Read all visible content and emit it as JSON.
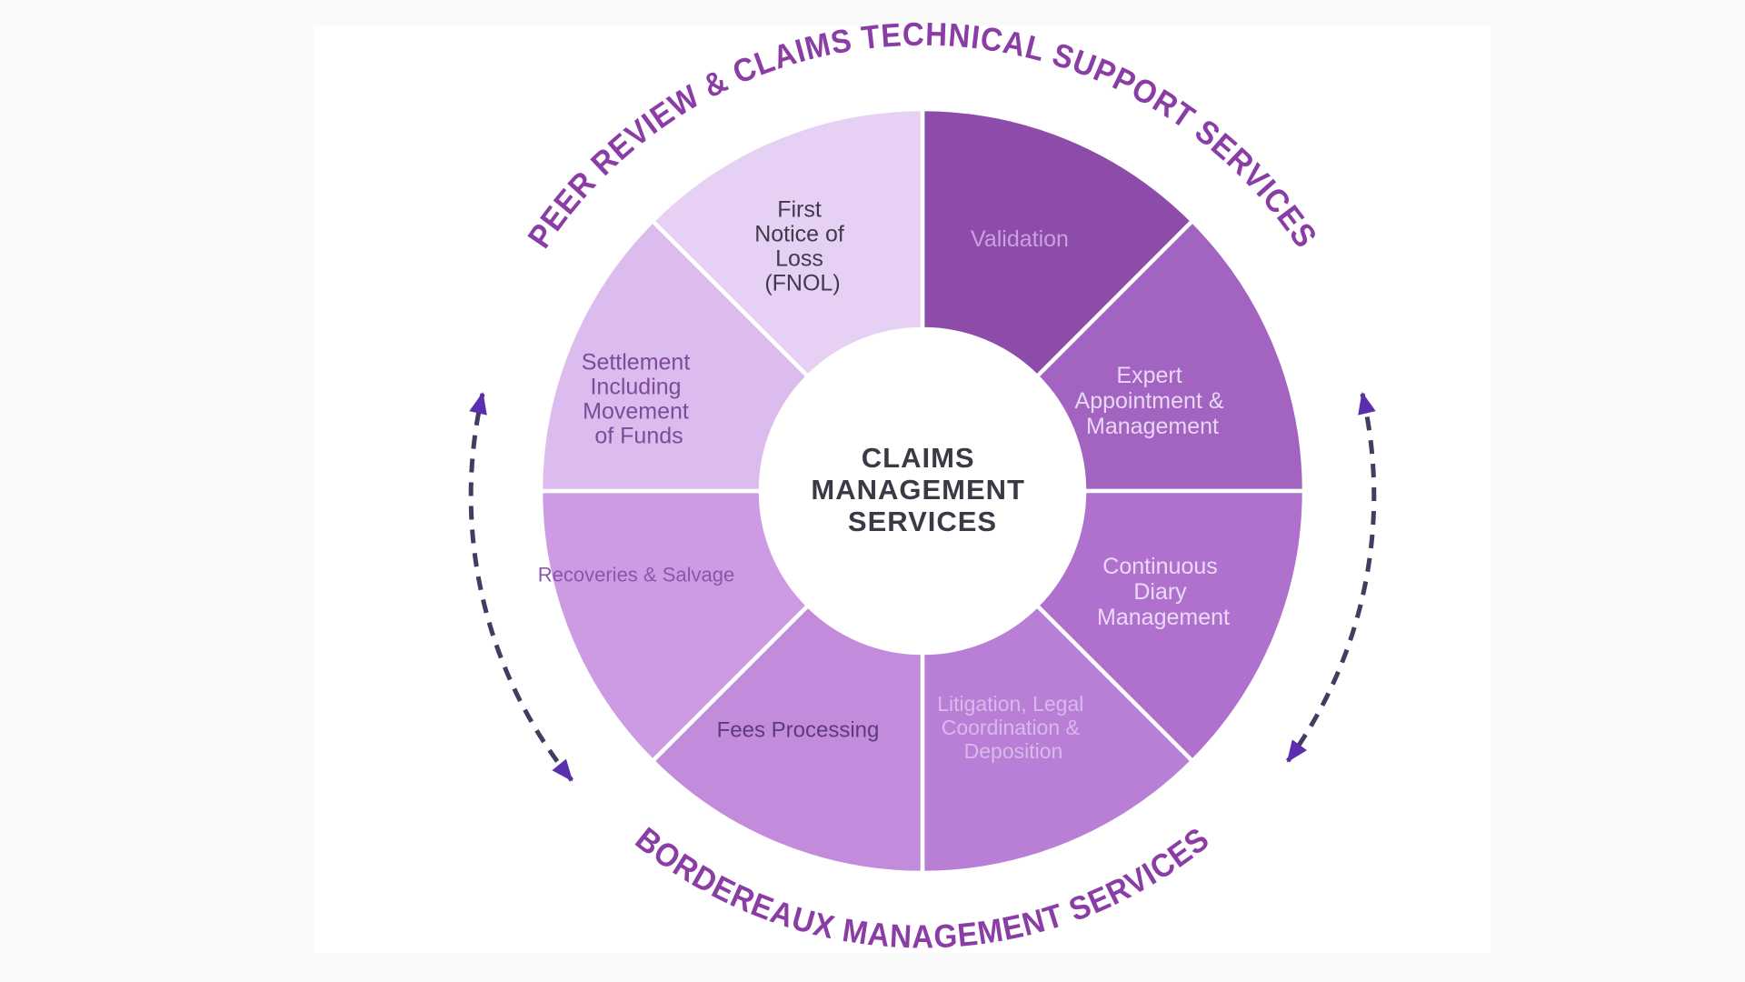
{
  "background": {
    "outer": "#fafafb",
    "panel": "#ffffff"
  },
  "arc_titles": {
    "top": "PEER REVIEW & CLAIMS TECHNICAL SUPPORT SERVICES",
    "bottom": "BORDEREAUX MANAGEMENT SERVICES",
    "color": "#8b3da6"
  },
  "hub": {
    "lines": [
      "CLAIMS",
      "MANAGEMENT",
      "SERVICES"
    ],
    "text_color": "#3d3845",
    "fill": "#ffffff"
  },
  "wheel": {
    "segments": [
      {
        "name": "validation",
        "lines": [
          "Validation"
        ],
        "fill": "#8d4ca9",
        "text_color": "#cb9fe2"
      },
      {
        "name": "expert-appointment-management",
        "lines": [
          "Expert",
          "Appointment &",
          "Management"
        ],
        "fill": "#a263c1",
        "text_color": "#e9d7f6"
      },
      {
        "name": "continuous-diary-management",
        "lines": [
          "Continuous",
          "Diary",
          "Management"
        ],
        "fill": "#b071ce",
        "text_color": "#ebdaf7"
      },
      {
        "name": "litigation-legal-coordination-deposition",
        "lines": [
          "Litigation, Legal",
          "Coordination &",
          "Deposition"
        ],
        "fill": "#b97ed5",
        "text_color": "#d9b9ec"
      },
      {
        "name": "fees-processing",
        "lines": [
          "Fees Processing"
        ],
        "fill": "#c38bdb",
        "text_color": "#5e3a7d"
      },
      {
        "name": "recoveries-salvage",
        "lines": [
          "Recoveries & Salvage"
        ],
        "fill": "#cd9be3",
        "text_color": "#8a57a8"
      },
      {
        "name": "settlement-movement-of-funds",
        "lines": [
          "Settlement",
          "Including",
          "Movement",
          "of Funds"
        ],
        "fill": "#dcbbee",
        "text_color": "#7a4c99"
      },
      {
        "name": "first-notice-of-loss",
        "lines": [
          "First",
          "Notice of",
          "Loss",
          "(FNOL)"
        ],
        "fill": "#e6d0f4",
        "text_color": "#413a4b"
      }
    ]
  },
  "arrows": {
    "dash_color": "#413c60",
    "head_color": "#5a2fae"
  }
}
